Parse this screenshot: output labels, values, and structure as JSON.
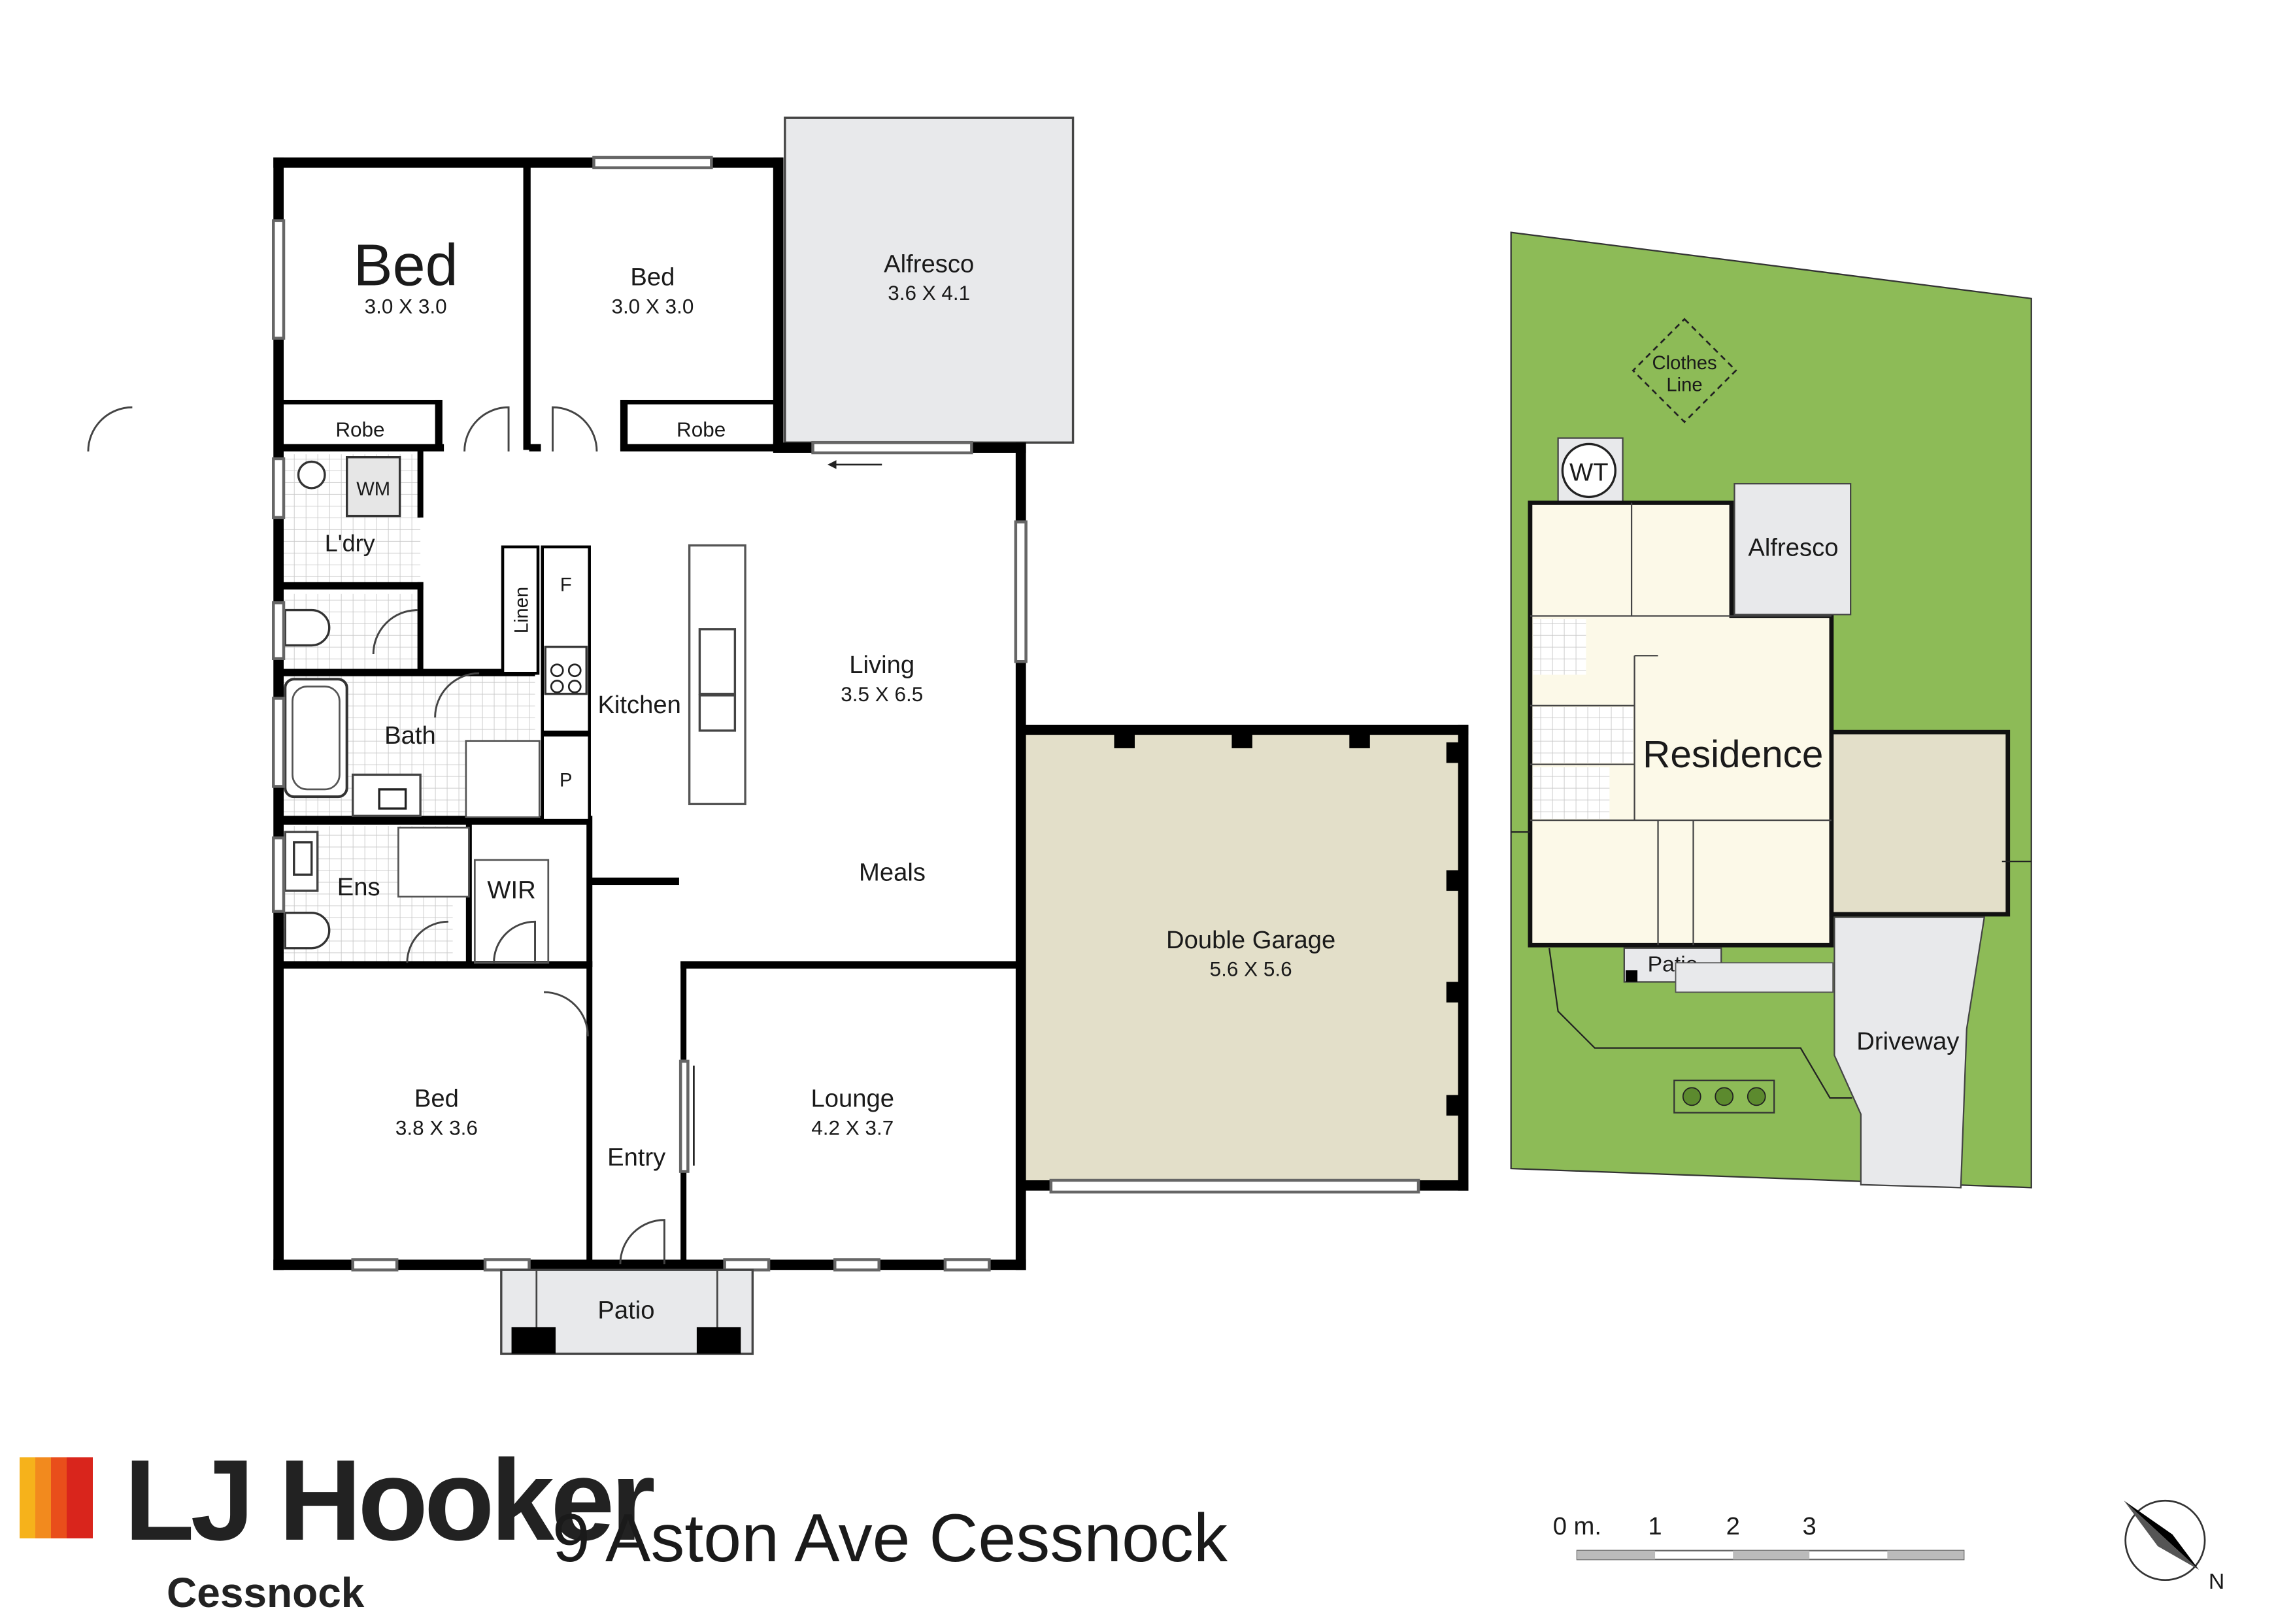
{
  "rooms": {
    "bed1": {
      "name": "Bed",
      "dim": "3.0 X 3.0"
    },
    "bed2": {
      "name": "Bed",
      "dim": "3.0 X 3.0"
    },
    "alfresco": {
      "name": "Alfresco",
      "dim": "3.6 X 4.1"
    },
    "robe1": "Robe",
    "robe2": "Robe",
    "wm": "WM",
    "laundry": "L'dry",
    "linen": "Linen",
    "fridge": "F",
    "pantry": "P",
    "kitchen": "Kitchen",
    "living": {
      "name": "Living",
      "dim": "3.5 X 6.5"
    },
    "bath": "Bath",
    "ensuite": "Ens",
    "wir": "WIR",
    "meals": "Meals",
    "garage": {
      "name": "Double Garage",
      "dim": "5.6 X 5.6"
    },
    "bed3": {
      "name": "Bed",
      "dim": "3.8 X 3.6"
    },
    "lounge": {
      "name": "Lounge",
      "dim": "4.2 X 3.7"
    },
    "entry": "Entry",
    "patio": "Patio"
  },
  "site": {
    "clothes_line": [
      "Clothes",
      "Line"
    ],
    "wt": "WT",
    "alfresco": "Alfresco",
    "residence": "Residence",
    "patio": "Patio",
    "driveway": "Driveway"
  },
  "scale": {
    "labels": [
      "0 m.",
      "1",
      "2",
      "3"
    ]
  },
  "compass": {
    "north": "N"
  },
  "brand": {
    "name": "LJ Hooker",
    "office": "Cessnock",
    "colors": [
      "#f6b21b",
      "#f28a1e",
      "#e94e1b",
      "#d9251c"
    ]
  },
  "address": "9 Aston Ave Cessnock",
  "colors": {
    "grass": "#8dbb57",
    "garage": "#e3dfc9",
    "alfresco": "#e8e9eb",
    "residence": "#fcf9e8",
    "driveway": "#e8e9eb"
  }
}
